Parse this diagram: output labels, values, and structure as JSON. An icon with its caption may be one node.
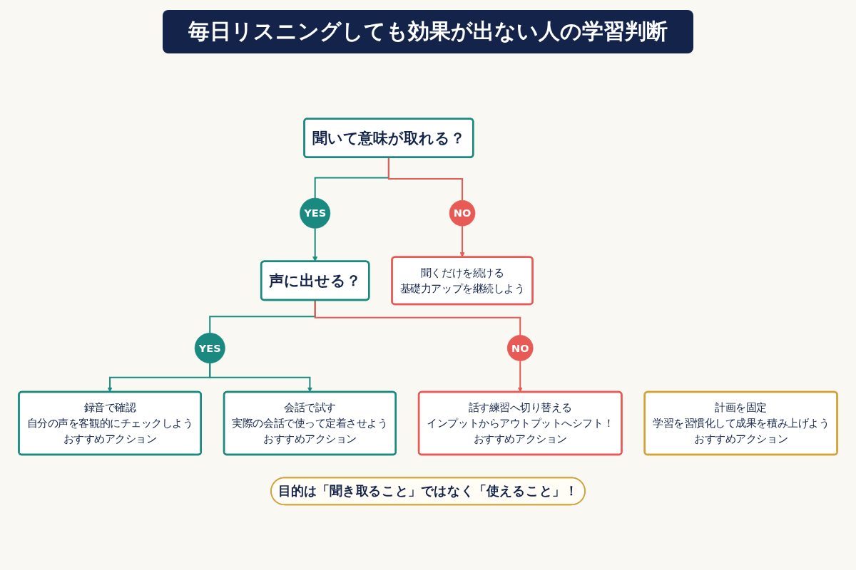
{
  "diagram": {
    "title": "毎日リスニングしても効果が出ない人の学習判断",
    "nodes": [
      {
        "text": [
          "聞いて意味が取れる？"
        ]
      },
      {
        "text": [
          "YES"
        ]
      },
      {
        "text": [
          "NO"
        ]
      },
      {
        "text": [
          "声に出せる？"
        ]
      },
      {
        "text": [
          "聞くだけを続ける",
          "基礎力アップを継続しよう"
        ]
      },
      {
        "text": [
          "YES"
        ]
      },
      {
        "text": [
          "NO"
        ]
      },
      {
        "text": [
          "録音で確認",
          "自分の声を客観的にチェックしよう",
          "おすすめアクション"
        ]
      },
      {
        "text": [
          "会話で試す",
          "実際の会話で使って定着させよう",
          "おすすめアクション"
        ]
      },
      {
        "text": [
          "話す練習へ切り替える",
          "インプットからアウトプットへシフト！",
          "おすすめアクション"
        ]
      },
      {
        "text": [
          "計画を固定",
          "学習を習慣化して成果を積み上げよう",
          "おすすめアクション"
        ]
      },
      {
        "text": [
          "目的は「聞き取ること」ではなく「使えること」！"
        ]
      }
    ],
    "edges": [
      {
        "from": 0,
        "to": 1,
        "arrow": "none"
      },
      {
        "from": 1,
        "to": 3,
        "arrow": "to"
      },
      {
        "from": 0,
        "to": 2,
        "arrow": "none",
        "color": "#e85a55"
      },
      {
        "from": 2,
        "to": 4,
        "arrow": "to",
        "color": "#e85a55"
      },
      {
        "from": 3,
        "to": 5,
        "arrow": "none"
      },
      {
        "from": 5,
        "to": 7,
        "arrow": "to"
      },
      {
        "from": 5,
        "to": 8,
        "arrow": "to"
      },
      {
        "from": 3,
        "to": 6,
        "arrow": "none",
        "color": "#e85a55"
      },
      {
        "from": 6,
        "to": 9,
        "arrow": "to",
        "color": "#e85a55"
      }
    ]
  }
}
